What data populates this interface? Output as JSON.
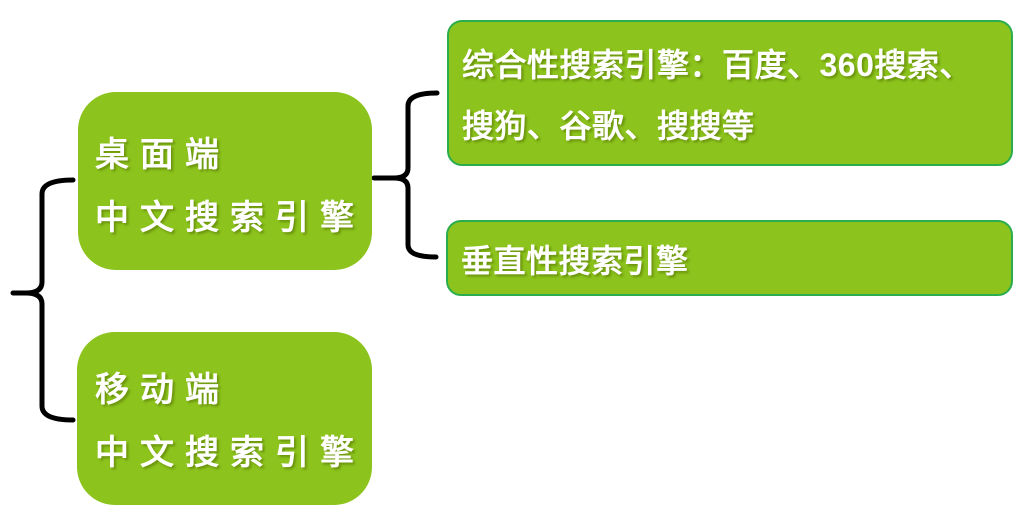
{
  "diagram": {
    "type": "bracket-hierarchy",
    "background": "#FFFFFF",
    "colors": {
      "node_fill": "#8CC31C",
      "node_border_right": "#2BAD4E",
      "node_text": "#FFFFFF",
      "brace": "#000000"
    },
    "level1": [
      {
        "id": "desktop",
        "lines": [
          "桌面端",
          "中文搜索引擎"
        ],
        "children": [
          {
            "id": "comprehensive",
            "lines": [
              "综合性搜索引擎：百度、360搜索、",
              "搜狗、谷歌、搜搜等"
            ]
          },
          {
            "id": "vertical",
            "lines": [
              "垂直性搜索引擎"
            ]
          }
        ]
      },
      {
        "id": "mobile",
        "lines": [
          "移动端",
          "中文搜索引擎"
        ],
        "children": []
      }
    ]
  }
}
